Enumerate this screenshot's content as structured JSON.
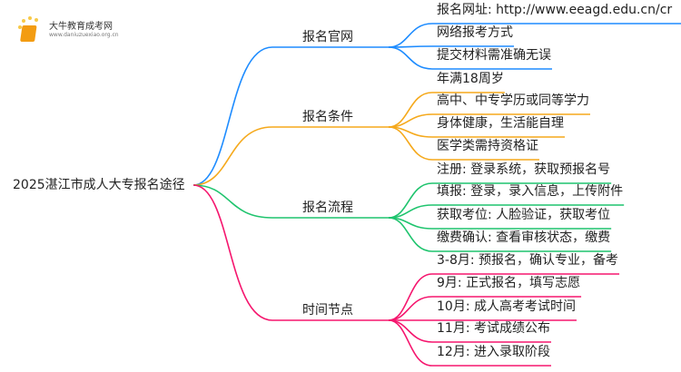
{
  "logo": {
    "name": "大牛教育成考网",
    "url": "www.daniuzuexiao.org.cn"
  },
  "root": "2025湛江市成人大专报名途径",
  "branches": [
    {
      "label": "报名官网",
      "color": "#1e8cff",
      "items": [
        "报名网址: http://www.eeagd.edu.cn/cr",
        "网络报考方式",
        "提交材料需准确无误"
      ]
    },
    {
      "label": "报名条件",
      "color": "#f5a91c",
      "items": [
        "年满18周岁",
        "高中、中专学历或同等学力",
        "身体健康，生活能自理",
        "医学类需持资格证"
      ]
    },
    {
      "label": "报名流程",
      "color": "#1fc46e",
      "items": [
        "注册: 登录系统，获取预报名号",
        "填报: 登录，录入信息，上传附件",
        "获取考位: 人脸验证，获取考位",
        "缴费确认: 查看审核状态，缴费"
      ]
    },
    {
      "label": "时间节点",
      "color": "#f5166e",
      "items": [
        "3-8月: 预报名，确认专业，备考",
        "9月: 正式报名，填写志愿",
        "10月: 成人高考考试时间",
        "11月: 考试成绩公布",
        "12月: 进入录取阶段"
      ]
    }
  ]
}
